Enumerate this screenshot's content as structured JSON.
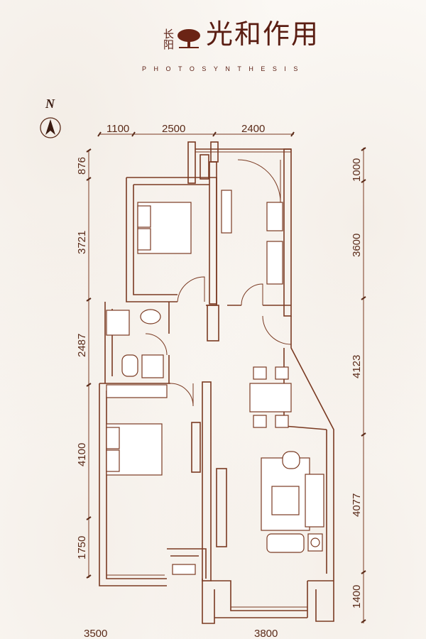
{
  "logo": {
    "small": "长阳",
    "main": "光和作用",
    "sub": "PHOTOSYNTHESIS"
  },
  "compass": {
    "label": "N"
  },
  "dimensions": {
    "top": [
      "1100",
      "2500",
      "2400"
    ],
    "left": [
      "876",
      "3721",
      "2487",
      "4100",
      "1750"
    ],
    "right": [
      "1000",
      "3600",
      "4123",
      "4077",
      "1400"
    ],
    "bottom": [
      "3500",
      "3800"
    ]
  },
  "colors": {
    "line": "#7a3a22",
    "text": "#5a1d12"
  }
}
